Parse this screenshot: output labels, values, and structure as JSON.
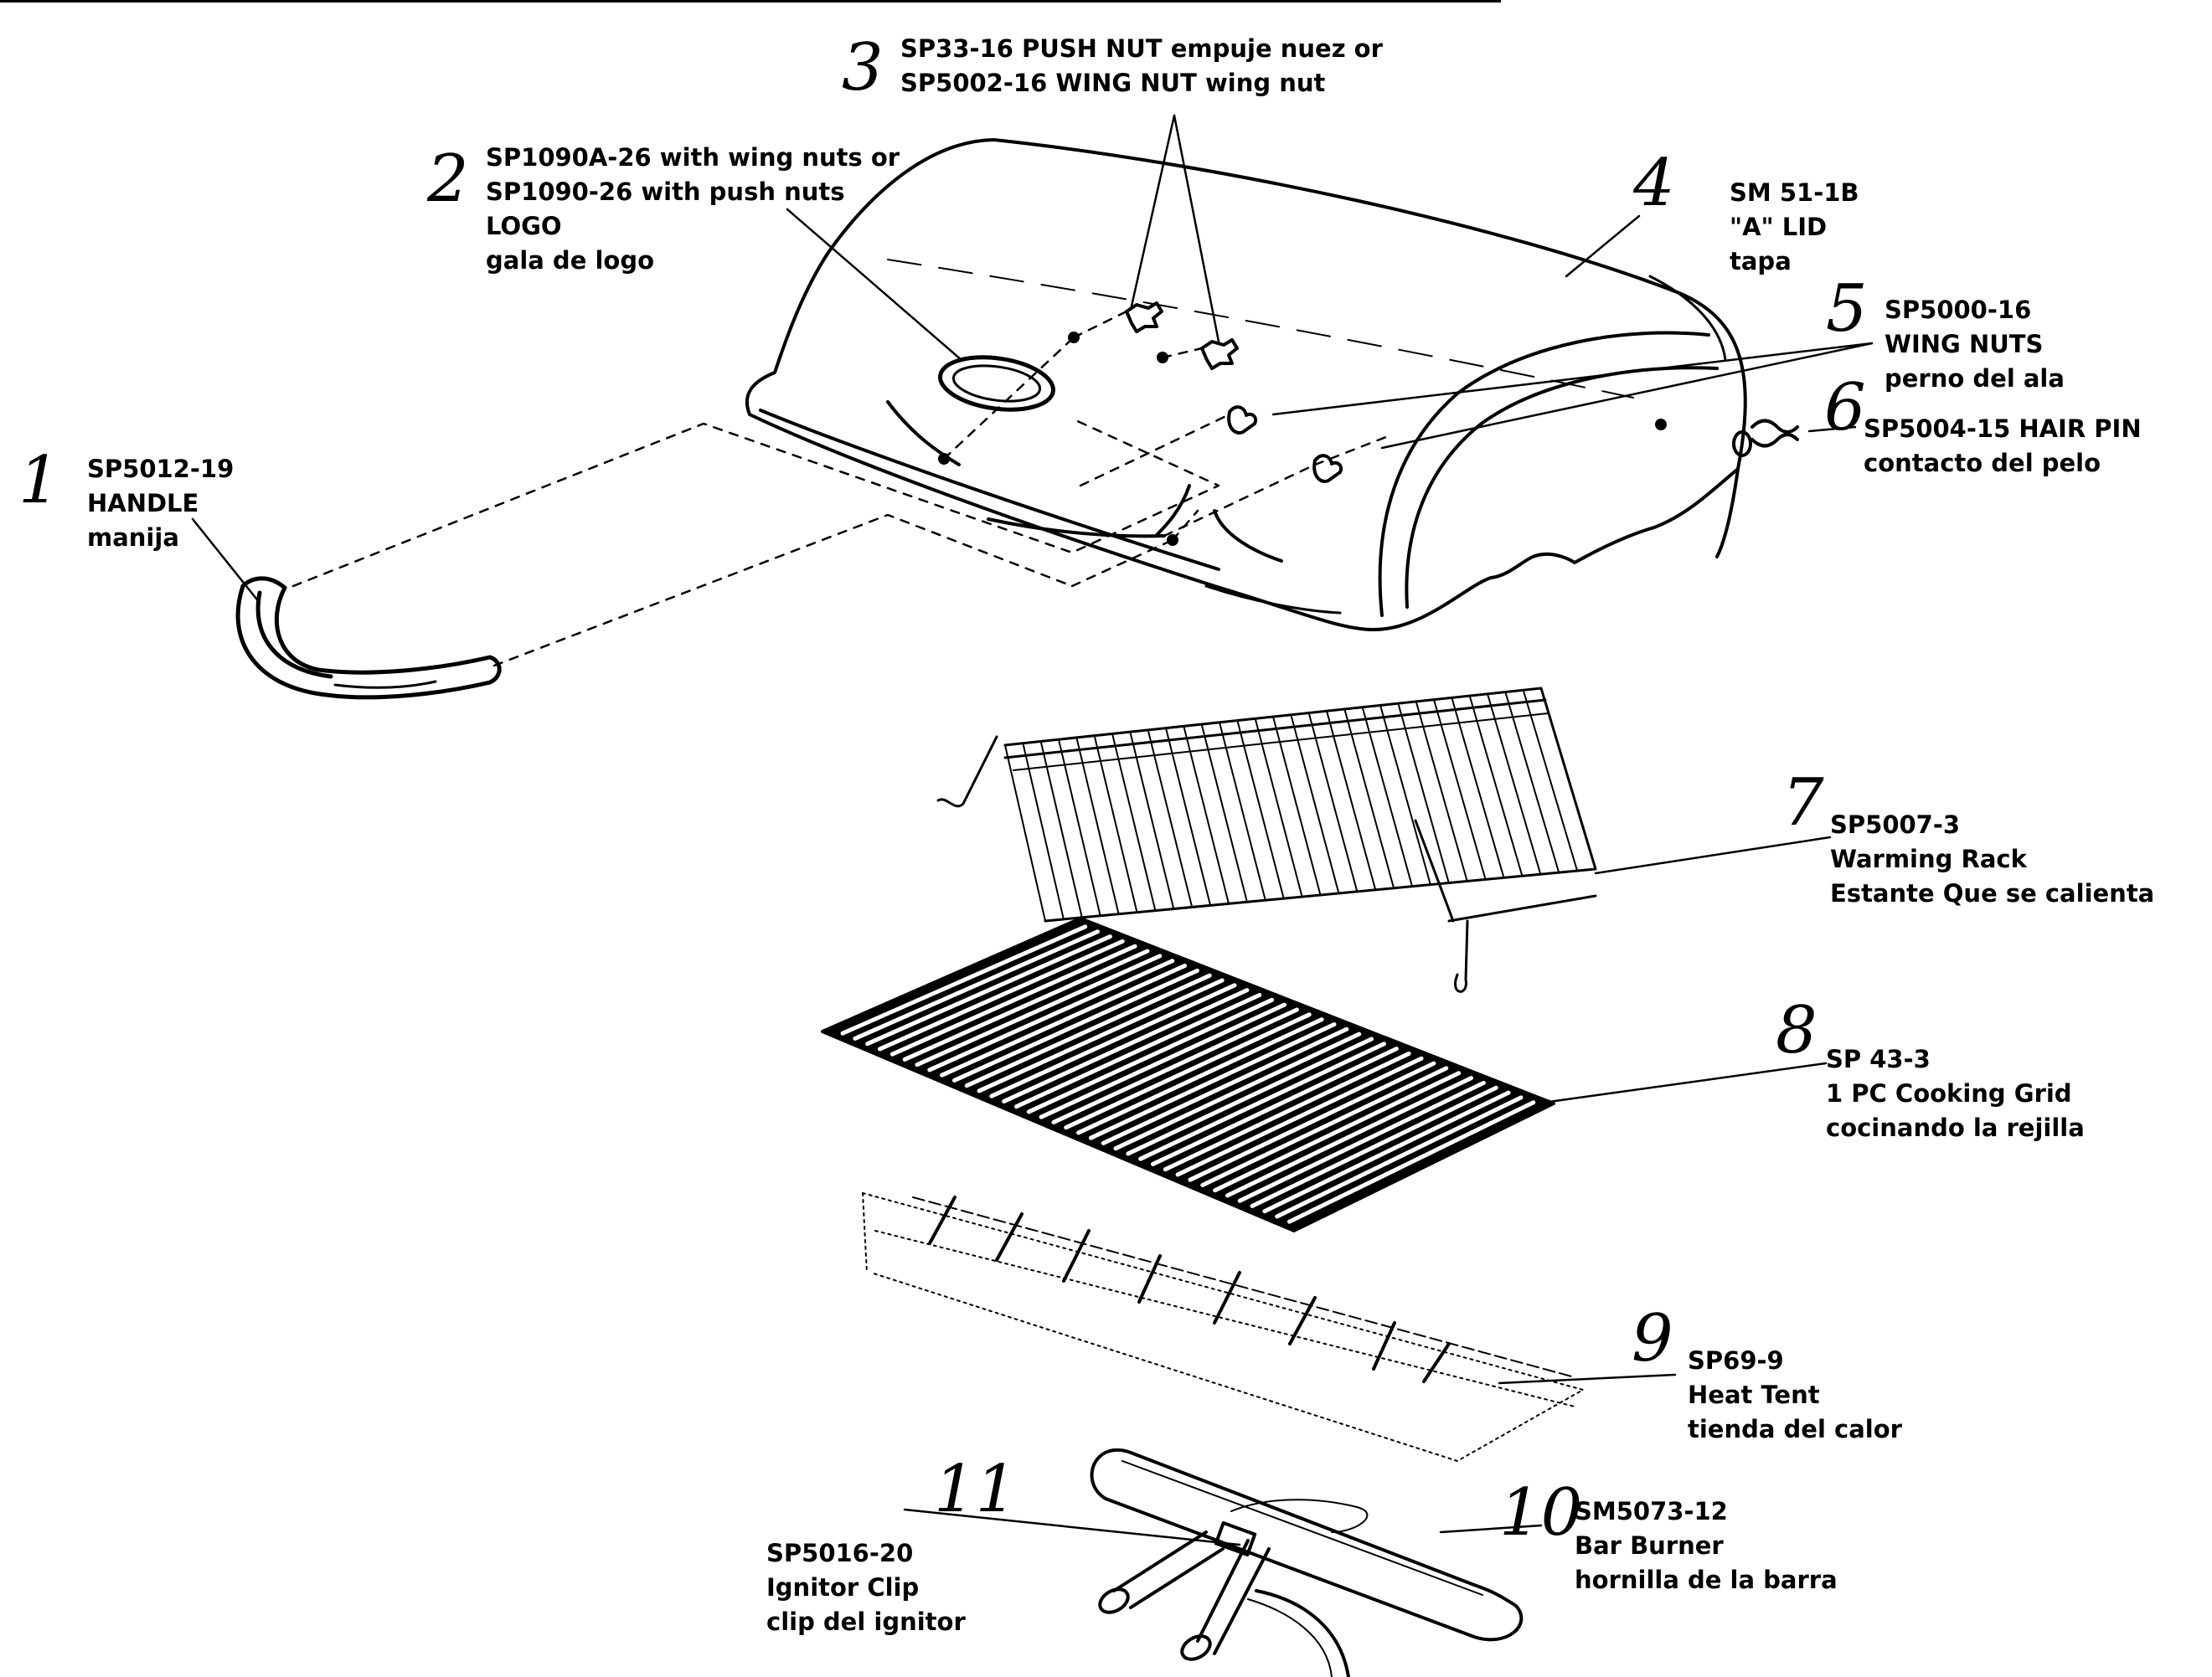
{
  "parts": [
    {
      "number": "1",
      "lines": [
        "SP5012-19",
        "HANDLE",
        "manija"
      ]
    },
    {
      "number": "2",
      "lines": [
        "SP1090A-26 with wing nuts or",
        "SP1090-26 with push nuts",
        "LOGO",
        "gala de logo"
      ]
    },
    {
      "number": "3",
      "lines": [
        "SP33-16 PUSH NUT  empuje nuez    or",
        "SP5002-16 WING NUT  wing nut"
      ]
    },
    {
      "number": "4",
      "lines": [
        "SM 51-1B",
        " \"A\" LID",
        "tapa"
      ]
    },
    {
      "number": "5",
      "lines": [
        "SP5000-16",
        "WING NUTS",
        "perno del ala"
      ]
    },
    {
      "number": "6",
      "lines": [
        "SP5004-15 HAIR PIN",
        "contacto del pelo"
      ]
    },
    {
      "number": "7",
      "lines": [
        "SP5007-3",
        "Warming Rack",
        "Estante Que se calienta"
      ]
    },
    {
      "number": "8",
      "lines": [
        "SP 43-3",
        "1 PC Cooking Grid",
        "cocinando la rejilla"
      ]
    },
    {
      "number": "9",
      "lines": [
        "SP69-9",
        "Heat Tent",
        "tienda del calor"
      ]
    },
    {
      "number": "10",
      "lines": [
        "SM5073-12",
        "Bar Burner",
        "hornilla de la barra"
      ]
    },
    {
      "number": "11",
      "lines": [
        "SP5016-20",
        "Ignitor Clip",
        "clip del ignitor"
      ]
    }
  ]
}
